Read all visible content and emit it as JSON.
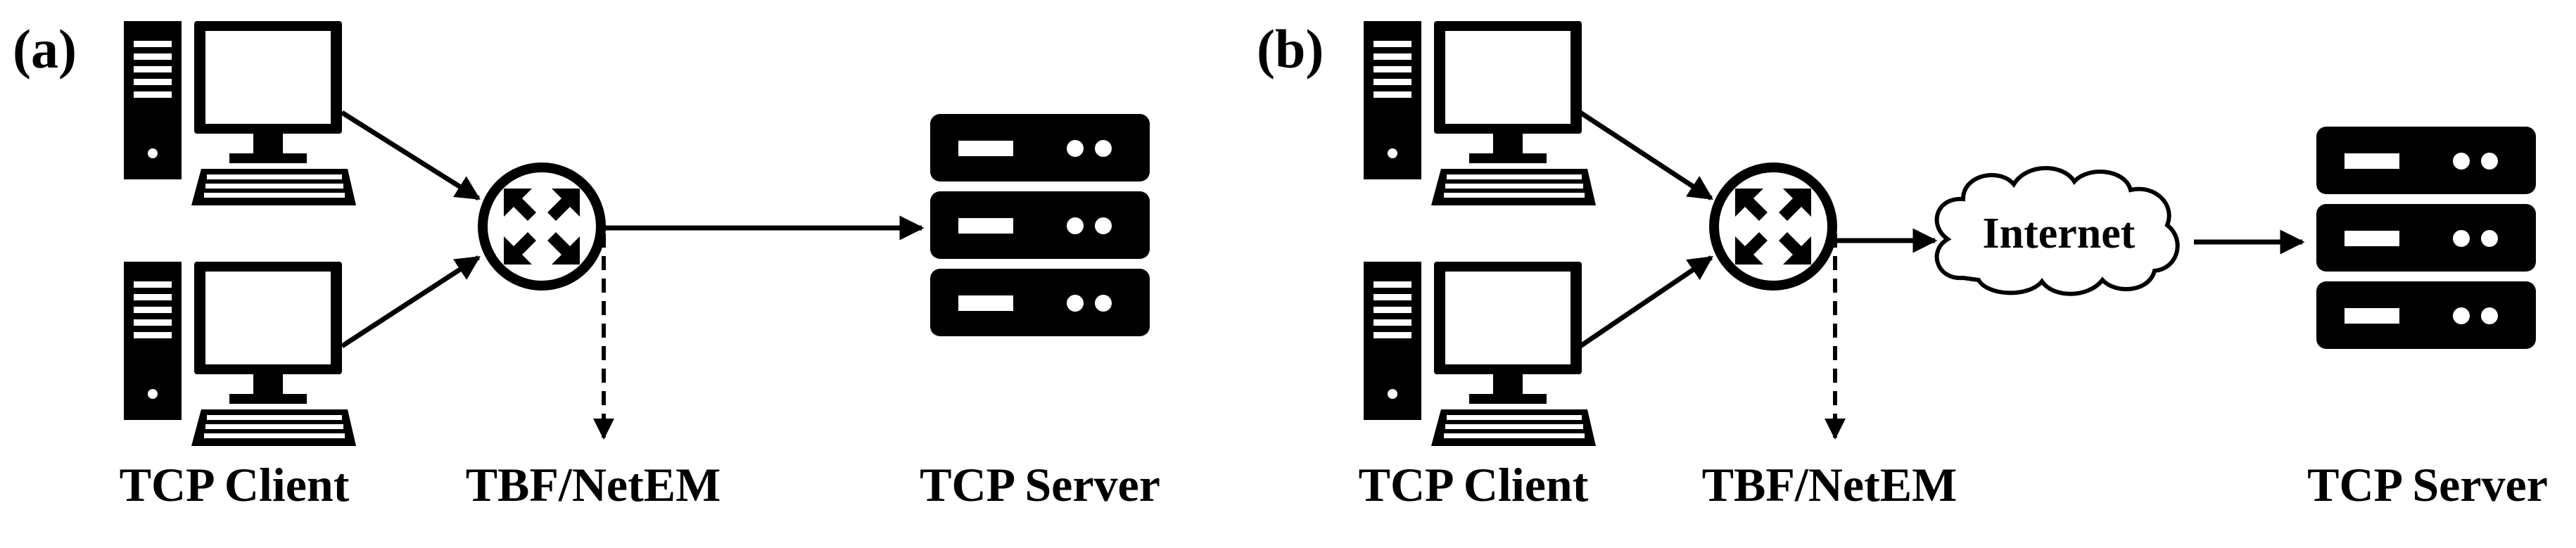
{
  "colors": {
    "ink": "#000000",
    "background": "#ffffff"
  },
  "panels": [
    {
      "id": "a",
      "label": "(a)",
      "client_label": "TCP Client",
      "router_label": "TBF/NetEM",
      "server_label": "TCP Server",
      "icons": {
        "client": "desktop-computer-icon",
        "router": "router-icon",
        "server": "server-rack-icon"
      }
    },
    {
      "id": "b",
      "label": "(b)",
      "client_label": "TCP Client",
      "router_label": "TBF/NetEM",
      "cloud_label": "Internet",
      "server_label": "TCP Server",
      "icons": {
        "client": "desktop-computer-icon",
        "router": "router-icon",
        "cloud": "cloud-icon",
        "server": "server-rack-icon"
      }
    }
  ]
}
